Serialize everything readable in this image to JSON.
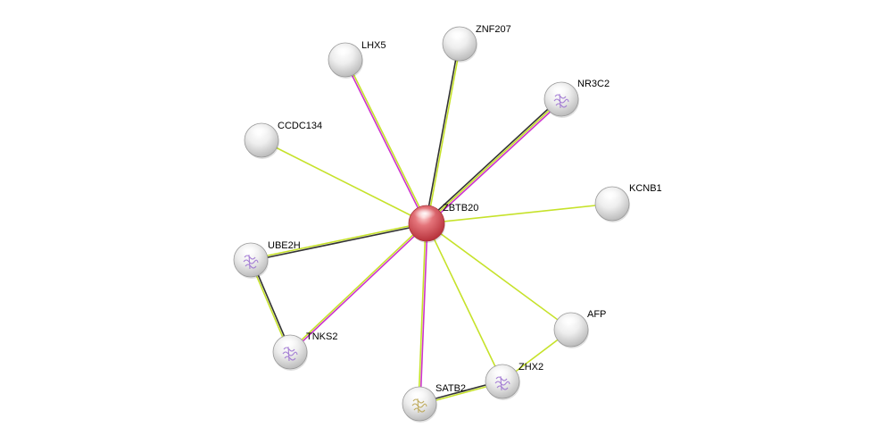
{
  "colors": {
    "background": "#ffffff",
    "query_node": "#d9404a",
    "partner_node": "#e6e6e6",
    "edge_textmining": "#c6e22a",
    "edge_coexpression": "#333333",
    "edge_experiments": "#cc33cc",
    "edge_database": "#e04a9a"
  },
  "nodes": [
    {
      "id": "ZBTB20",
      "label": "ZBTB20",
      "query": true,
      "structure": false
    },
    {
      "id": "LHX5",
      "label": "LHX5",
      "query": false,
      "structure": false
    },
    {
      "id": "ZNF207",
      "label": "ZNF207",
      "query": false,
      "structure": false
    },
    {
      "id": "NR3C2",
      "label": "NR3C2",
      "query": false,
      "structure": true
    },
    {
      "id": "CCDC134",
      "label": "CCDC134",
      "query": false,
      "structure": false
    },
    {
      "id": "KCNB1",
      "label": "KCNB1",
      "query": false,
      "structure": false
    },
    {
      "id": "UBE2H",
      "label": "UBE2H",
      "query": false,
      "structure": true
    },
    {
      "id": "TNKS2",
      "label": "TNKS2",
      "query": false,
      "structure": true
    },
    {
      "id": "AFP",
      "label": "AFP",
      "query": false,
      "structure": false
    },
    {
      "id": "ZHX2",
      "label": "ZHX2",
      "query": false,
      "structure": true
    },
    {
      "id": "SATB2",
      "label": "SATB2",
      "query": false,
      "structure": true
    }
  ],
  "edges": [
    {
      "source": "ZBTB20",
      "target": "LHX5",
      "types": [
        "experiments",
        "textmining"
      ]
    },
    {
      "source": "ZBTB20",
      "target": "ZNF207",
      "types": [
        "coexpression",
        "textmining"
      ]
    },
    {
      "source": "ZBTB20",
      "target": "NR3C2",
      "types": [
        "coexpression",
        "textmining",
        "experiments"
      ]
    },
    {
      "source": "ZBTB20",
      "target": "CCDC134",
      "types": [
        "textmining"
      ]
    },
    {
      "source": "ZBTB20",
      "target": "KCNB1",
      "types": [
        "textmining"
      ]
    },
    {
      "source": "ZBTB20",
      "target": "UBE2H",
      "types": [
        "coexpression",
        "textmining"
      ]
    },
    {
      "source": "ZBTB20",
      "target": "TNKS2",
      "types": [
        "experiments",
        "textmining"
      ]
    },
    {
      "source": "ZBTB20",
      "target": "AFP",
      "types": [
        "textmining"
      ]
    },
    {
      "source": "ZBTB20",
      "target": "ZHX2",
      "types": [
        "textmining"
      ]
    },
    {
      "source": "ZBTB20",
      "target": "SATB2",
      "types": [
        "experiments",
        "textmining"
      ]
    },
    {
      "source": "UBE2H",
      "target": "TNKS2",
      "types": [
        "coexpression",
        "textmining"
      ]
    },
    {
      "source": "SATB2",
      "target": "ZHX2",
      "types": [
        "coexpression",
        "textmining"
      ]
    },
    {
      "source": "ZHX2",
      "target": "AFP",
      "types": [
        "textmining"
      ]
    }
  ]
}
